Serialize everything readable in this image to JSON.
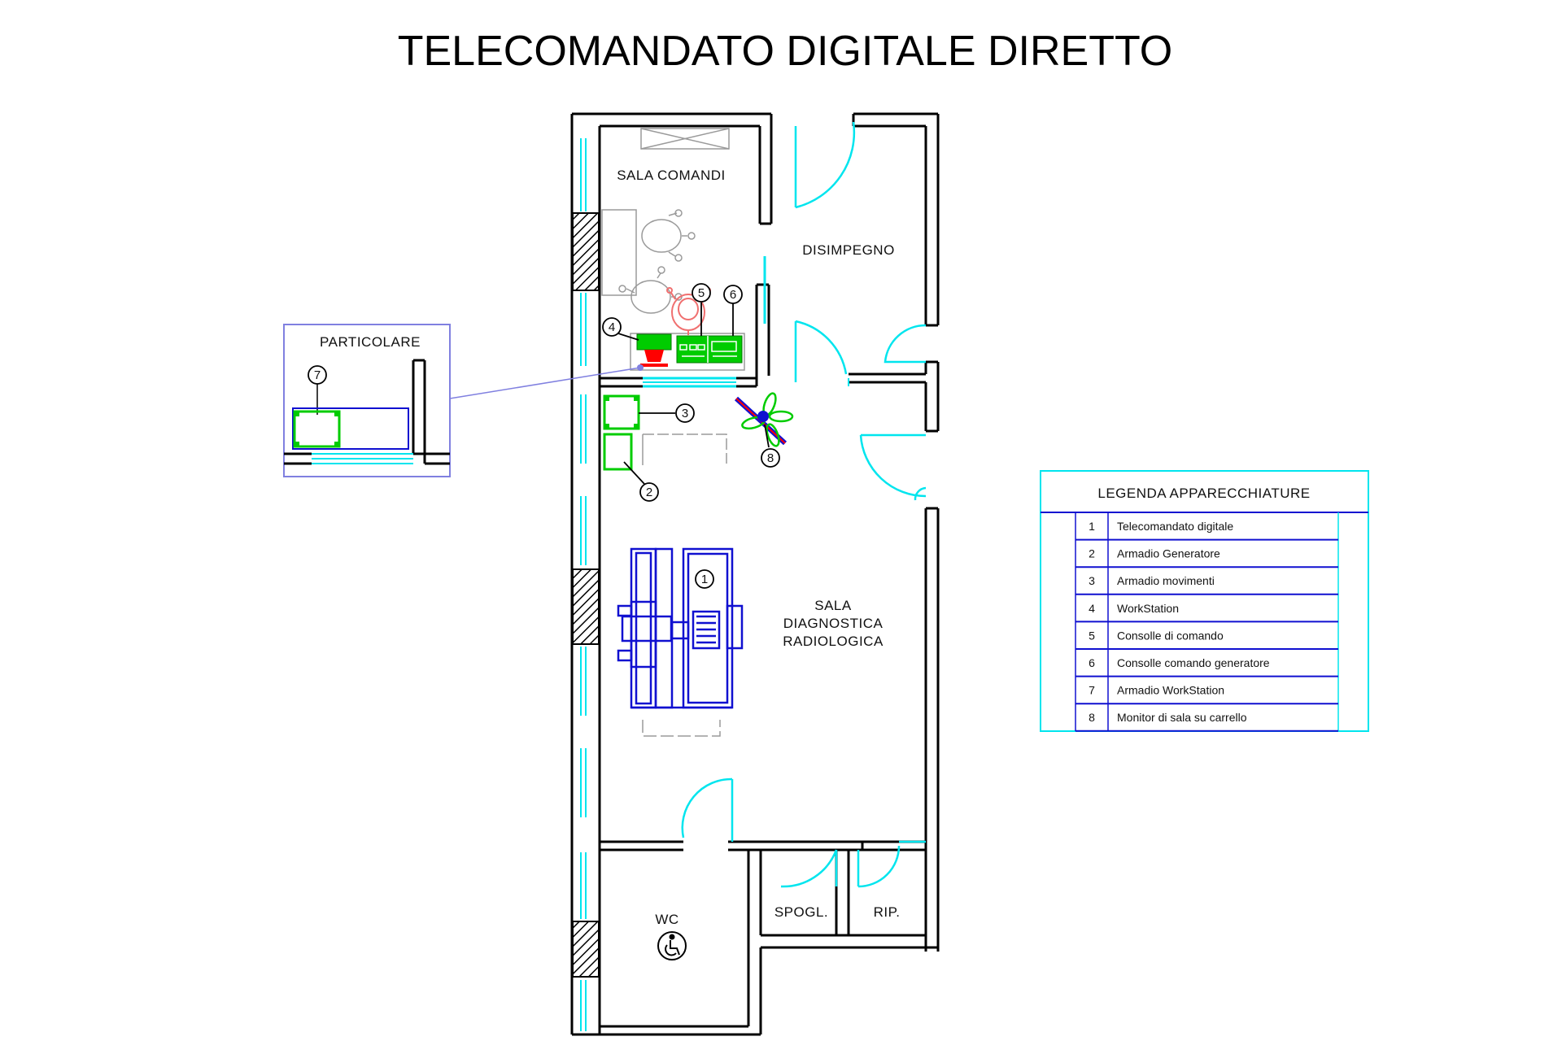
{
  "title": "TELECOMANDATO DIGITALE DIRETTO",
  "rooms": {
    "sala_comandi": "SALA COMANDI",
    "disimpegno": "DISIMPEGNO",
    "sala_line1": "SALA",
    "sala_line2": "DIAGNOSTICA",
    "sala_line3": "RADIOLOGICA",
    "wc": "WC",
    "spogl": "SPOGL.",
    "rip": "RIP."
  },
  "detail": {
    "title": "PARTICOLARE",
    "marker": "7"
  },
  "markers": [
    "1",
    "2",
    "3",
    "4",
    "5",
    "6",
    "7",
    "8"
  ],
  "legend": {
    "title": "LEGENDA APPARECCHIATURE",
    "items": [
      {
        "num": "1",
        "label": "Telecomandato digitale"
      },
      {
        "num": "2",
        "label": "Armadio Generatore"
      },
      {
        "num": "3",
        "label": "Armadio movimenti"
      },
      {
        "num": "4",
        "label": "WorkStation"
      },
      {
        "num": "5",
        "label": "Consolle di comando"
      },
      {
        "num": "6",
        "label": "Consolle comando generatore"
      },
      {
        "num": "7",
        "label": "Armadio WorkStation"
      },
      {
        "num": "8",
        "label": "Monitor di sala su carrello"
      }
    ]
  },
  "colors": {
    "wall": "#000000",
    "window": "#00e5ee",
    "table": "#1010d0",
    "equipment_green": "#00cc00",
    "workstation_red": "#ff0000",
    "operator_pink": "#f07070",
    "furniture_grey": "#9a9a9a",
    "legend_frame": "#00e5ee",
    "legend_lines": "#1010d0",
    "detail_frame": "#8080e0"
  }
}
